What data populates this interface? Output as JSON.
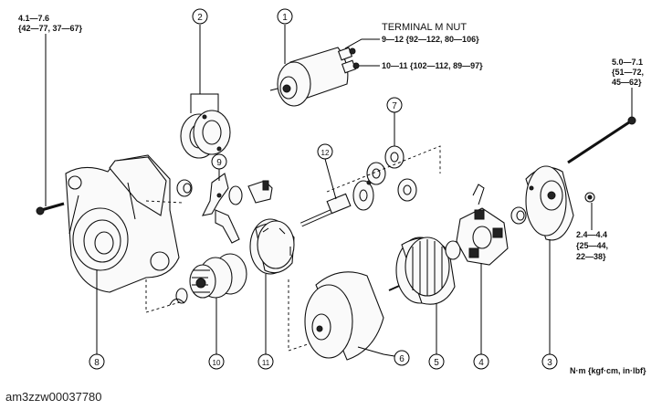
{
  "torque": {
    "top_left": [
      "4.1—7.6",
      "{42—77, 37—67}"
    ],
    "terminal_m": [
      "TERMINAL M NUT",
      "9—12 {92—122, 80—106}"
    ],
    "terminal_b": "10—11 {102—112, 89—97}",
    "through_bolt": [
      "5.0—7.1",
      "{51—72,",
      "45—62}"
    ],
    "brush_screw": [
      "2.4—4.4",
      "{25—44,",
      "22—38}"
    ],
    "units": "N·m {kgf·cm, in·lbf}"
  },
  "callouts": [
    "1",
    "2",
    "3",
    "4",
    "5",
    "6",
    "7",
    "8",
    "9",
    "10",
    "11",
    "12"
  ],
  "caption": "am3zzw00037780"
}
